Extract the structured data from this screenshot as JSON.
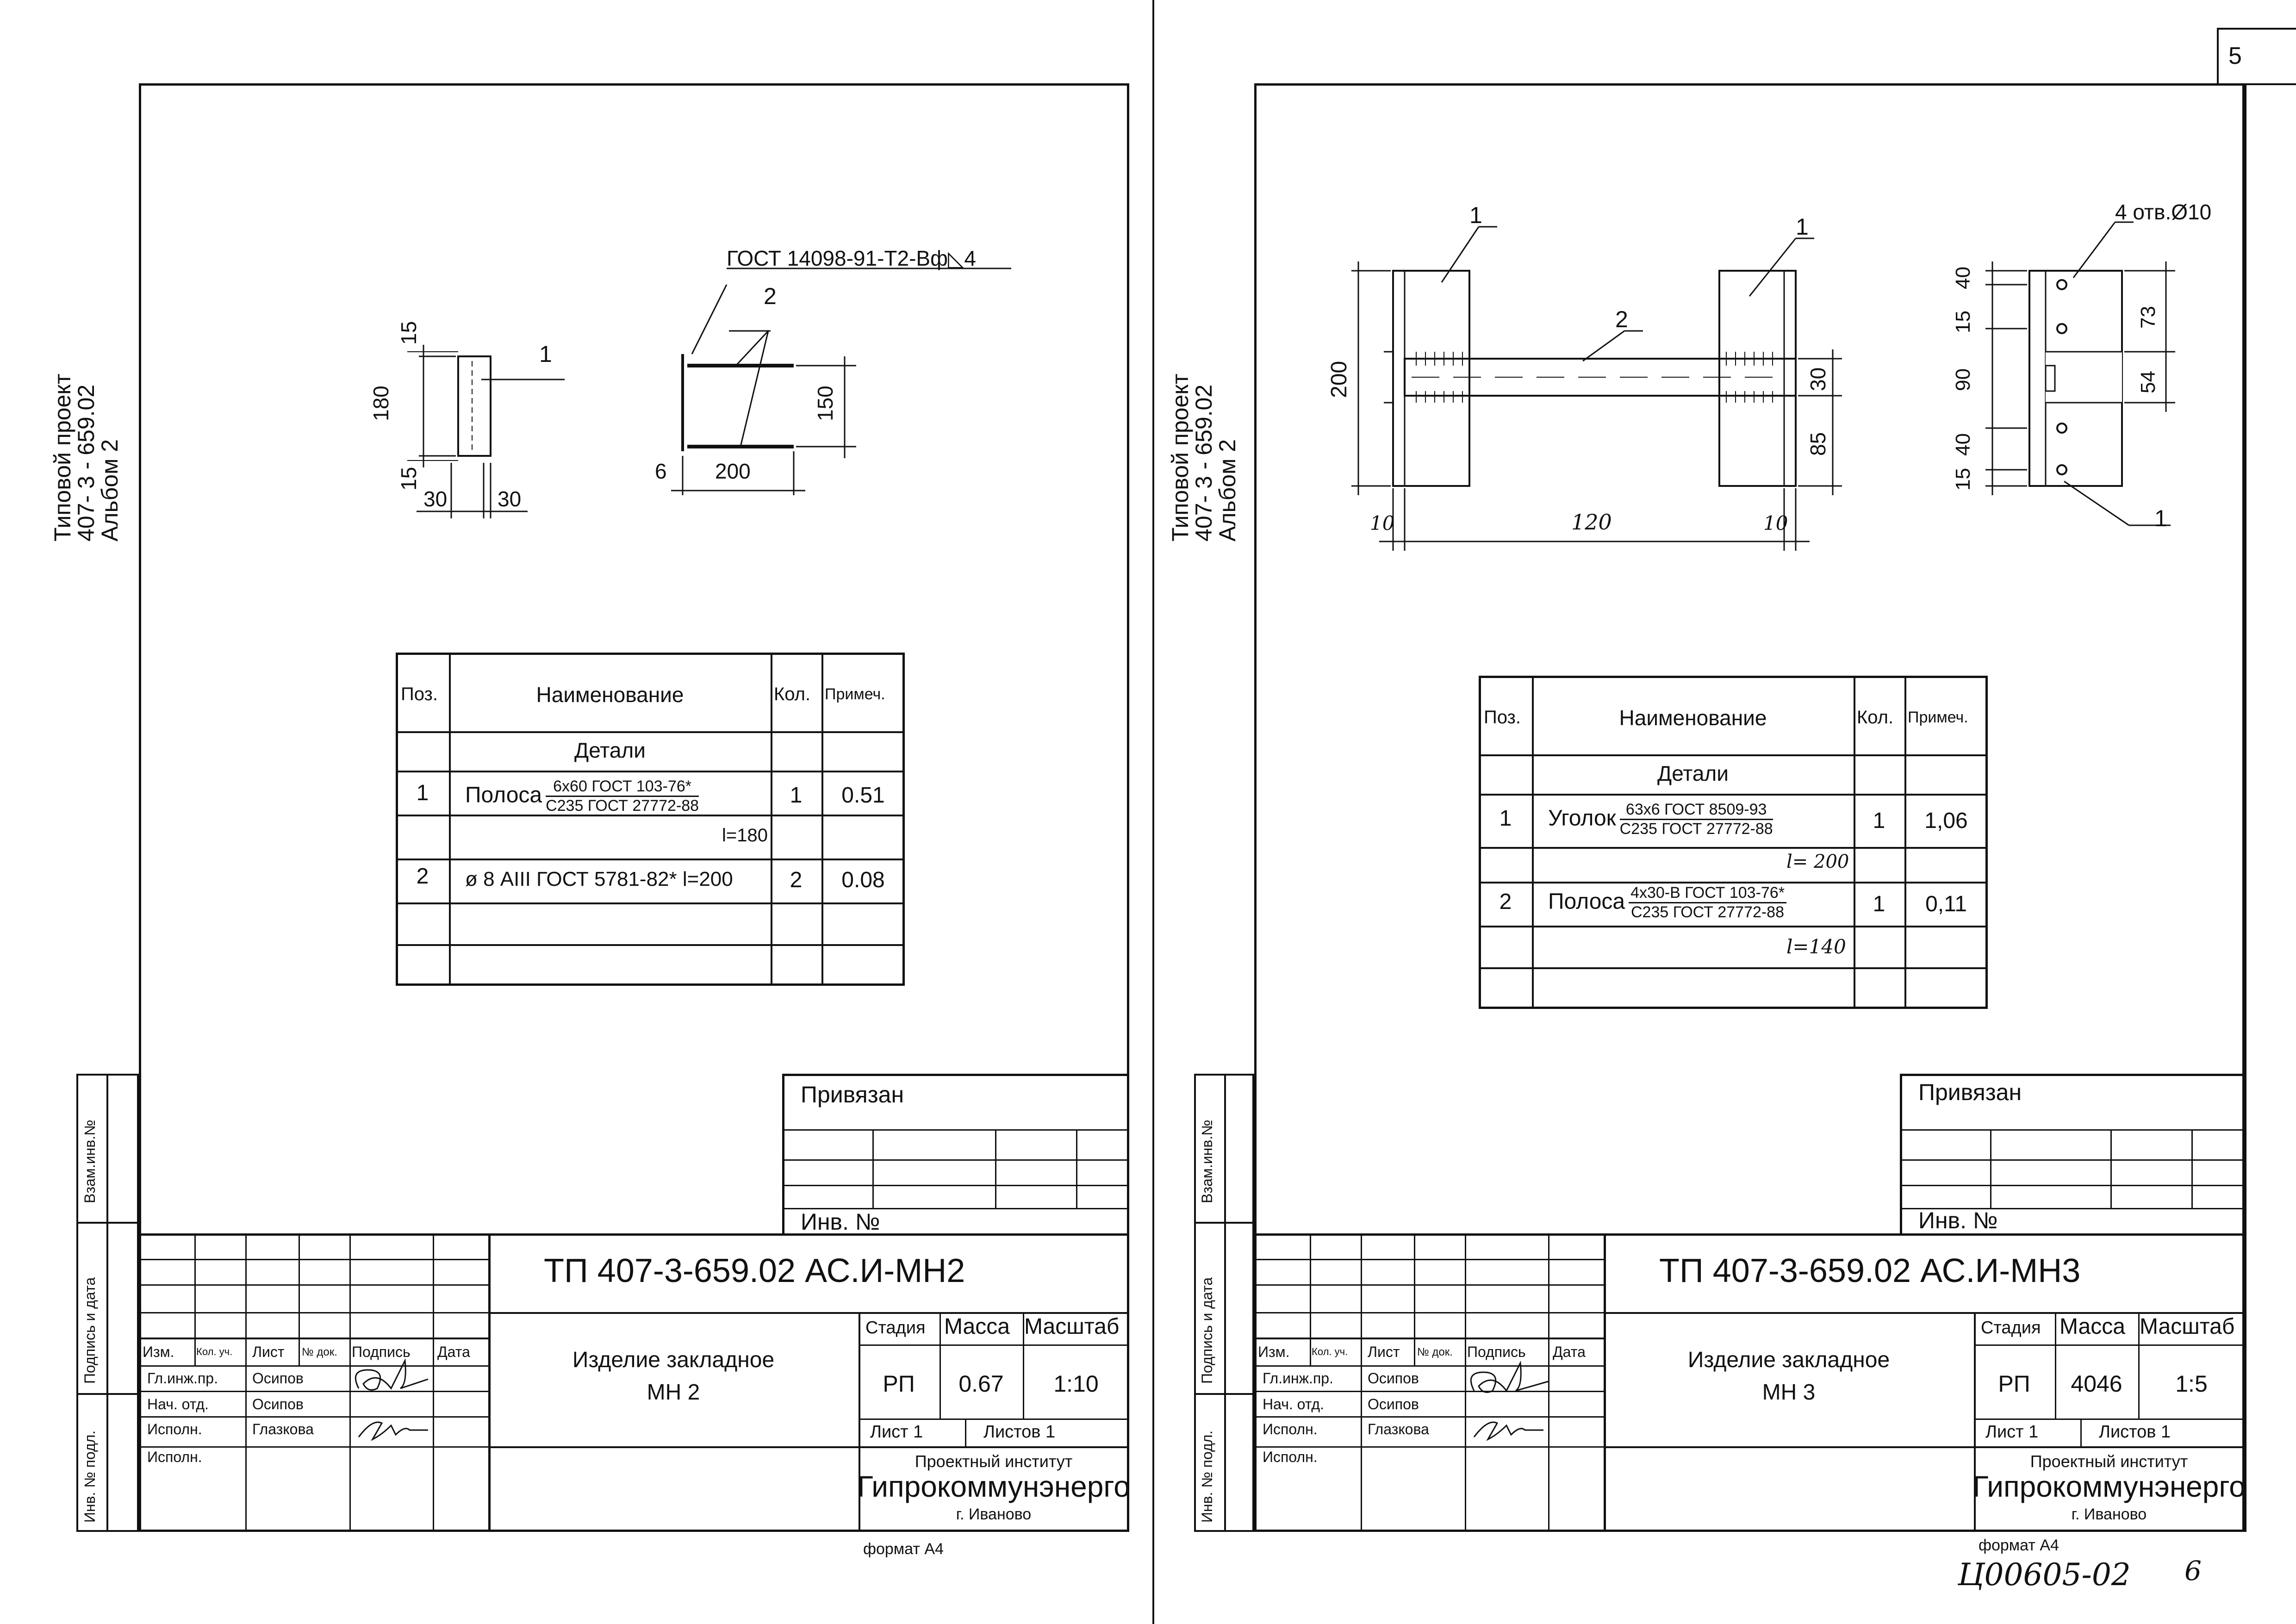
{
  "sheet_number": "5",
  "side_label": {
    "line1": "Типовой проект",
    "line2": "407- 3 - 659.02",
    "line3": "Альбом 2"
  },
  "stamp_side": {
    "vzam": "Взам.инв.№",
    "podpis": "Подпись и дата",
    "inv": "Инв. № подл."
  },
  "left": {
    "weld_note": "ГОСТ 14098-91-Т2-Вф",
    "weld_size": "4",
    "dims": {
      "d15a": "15",
      "d180": "180",
      "d15b": "15",
      "d30a": "30",
      "d30b": "30",
      "d150": "150",
      "d200": "200",
      "d6": "6"
    },
    "pos_labels": {
      "p1": "1",
      "p2": "2"
    },
    "spec": {
      "headers": [
        "Поз.",
        "Наименование",
        "Кол.",
        "Примеч."
      ],
      "section": "Детали",
      "rows": [
        {
          "pos": "1",
          "name": "Полоса",
          "frac_top": "6x60 ГОСТ 103-76*",
          "frac_bottom": "С235 ГОСТ 27772-88",
          "qty": "1",
          "note": "0.51",
          "sub": "l=180"
        },
        {
          "pos": "2",
          "name": "ø 8 АIII ГОСТ 5781-82*  l=200",
          "qty": "2",
          "note": "0.08"
        }
      ]
    },
    "title_block": {
      "privyazan": "Привязан",
      "inv": "Инв. №",
      "code": "ТП   407-3-659.02   АС.И-МН2",
      "product_line1": "Изделие закладное",
      "product_line2": "МН 2",
      "col_headers": [
        "Изм.",
        "Кол. уч.",
        "Лист",
        "№ док.",
        "Подпись",
        "Дата"
      ],
      "roles": [
        "Гл.инж.пр.",
        "Нач. отд.",
        "Исполн.",
        "Исполн."
      ],
      "names": [
        "Осипов",
        "Осипов",
        "Глазкова"
      ],
      "stage_h": "Стадия",
      "mass_h": "Масса",
      "scale_h": "Масштаб",
      "stage": "РП",
      "mass": "0.67",
      "scale": "1:10",
      "sheet_label": "Лист",
      "sheet_val": "1",
      "sheets_label": "Листов",
      "sheets_val": "1",
      "org_line1": "Проектный институт",
      "org_line2": "Гипрокоммунэнерго",
      "org_line3": "г. Иваново",
      "format": "формат А4"
    }
  },
  "right": {
    "holes_note": "4 отв.Ø10",
    "dims": {
      "d200": "200",
      "d30": "30",
      "d85": "85",
      "d10a": "10",
      "d120": "120",
      "d10b": "10",
      "d40a": "40",
      "d15a": "15",
      "d90": "90",
      "d15b": "15",
      "d40b": "40",
      "d73": "73",
      "d54": "54"
    },
    "pos_labels": {
      "p1a": "1",
      "p1b": "1",
      "p2": "2",
      "p1c": "1"
    },
    "spec": {
      "headers": [
        "Поз.",
        "Наименование",
        "Кол.",
        "Примеч."
      ],
      "section": "Детали",
      "rows": [
        {
          "pos": "1",
          "name": "Уголок",
          "frac_top": "63x6 ГОСТ 8509-93",
          "frac_bottom": "С235 ГОСТ 27772-88",
          "qty": "1",
          "note": "1,06",
          "sub": "l= 200"
        },
        {
          "pos": "2",
          "name": "Полоса",
          "frac_top": "4x30-В ГОСТ 103-76*",
          "frac_bottom": "С235 ГОСТ 27772-88",
          "qty": "1",
          "note": "0,11",
          "sub": "l=140"
        }
      ]
    },
    "title_block": {
      "privyazan": "Привязан",
      "inv": "Инв. №",
      "code": "ТП   407-3-659.02   АС.И-МН3",
      "product_line1": "Изделие закладное",
      "product_line2": "МН 3",
      "col_headers": [
        "Изм.",
        "Кол. уч.",
        "Лист",
        "№ док.",
        "Подпись",
        "Дата"
      ],
      "roles": [
        "Гл.инж.пр.",
        "Нач. отд.",
        "Исполн.",
        "Исполн."
      ],
      "names": [
        "Осипов",
        "Осипов",
        "Глазкова"
      ],
      "stage_h": "Стадия",
      "mass_h": "Масса",
      "scale_h": "Масштаб",
      "stage": "РП",
      "mass": "4046",
      "scale": "1:5",
      "sheet_label": "Лист",
      "sheet_val": "1",
      "sheets_label": "Листов",
      "sheets_val": "1",
      "org_line1": "Проектный институт",
      "org_line2": "Гипрокоммунэнерго",
      "org_line3": "г. Иваново",
      "format": "формат А4"
    }
  },
  "handwritten": {
    "archive_code": "Ц00605-02",
    "page": "6"
  }
}
